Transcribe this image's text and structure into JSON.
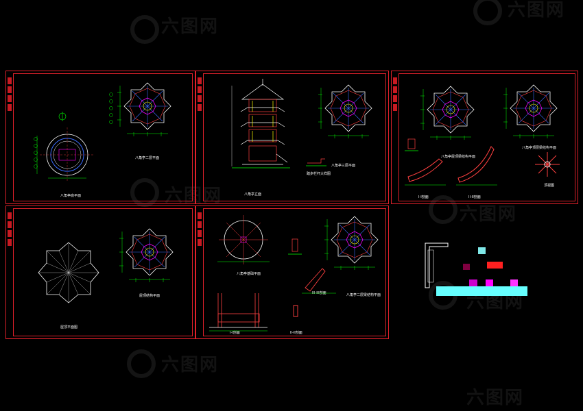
{
  "watermark": {
    "text": "六图网"
  },
  "sheets": [
    {
      "id": "s1",
      "labels": [
        "八角亭二层平面",
        "八角亭底平面"
      ]
    },
    {
      "id": "s2",
      "labels": [
        "八角亭立面",
        "八角亭三层平面",
        "踏步栏杆大样图"
      ]
    },
    {
      "id": "s3",
      "labels": [
        "八角亭屋顶梁结构平面",
        "八角亭顶层梁结构平面",
        "I-I剖面",
        "II-II剖面",
        "顶视图"
      ]
    },
    {
      "id": "s4",
      "labels": [
        "屋顶平面图",
        "屋顶结构平面"
      ]
    },
    {
      "id": "s5",
      "labels": [
        "八角亭基础平面",
        "八角亭二层梁结构平面",
        "I-I剖面",
        "II-II剖面",
        "III-III剖面"
      ]
    }
  ],
  "legend": {
    "colors": [
      "#7fe8e8",
      "#ff2020",
      "#800040",
      "#cc00cc",
      "#ff00ff",
      "#ff33ff",
      "#66ffff"
    ]
  }
}
